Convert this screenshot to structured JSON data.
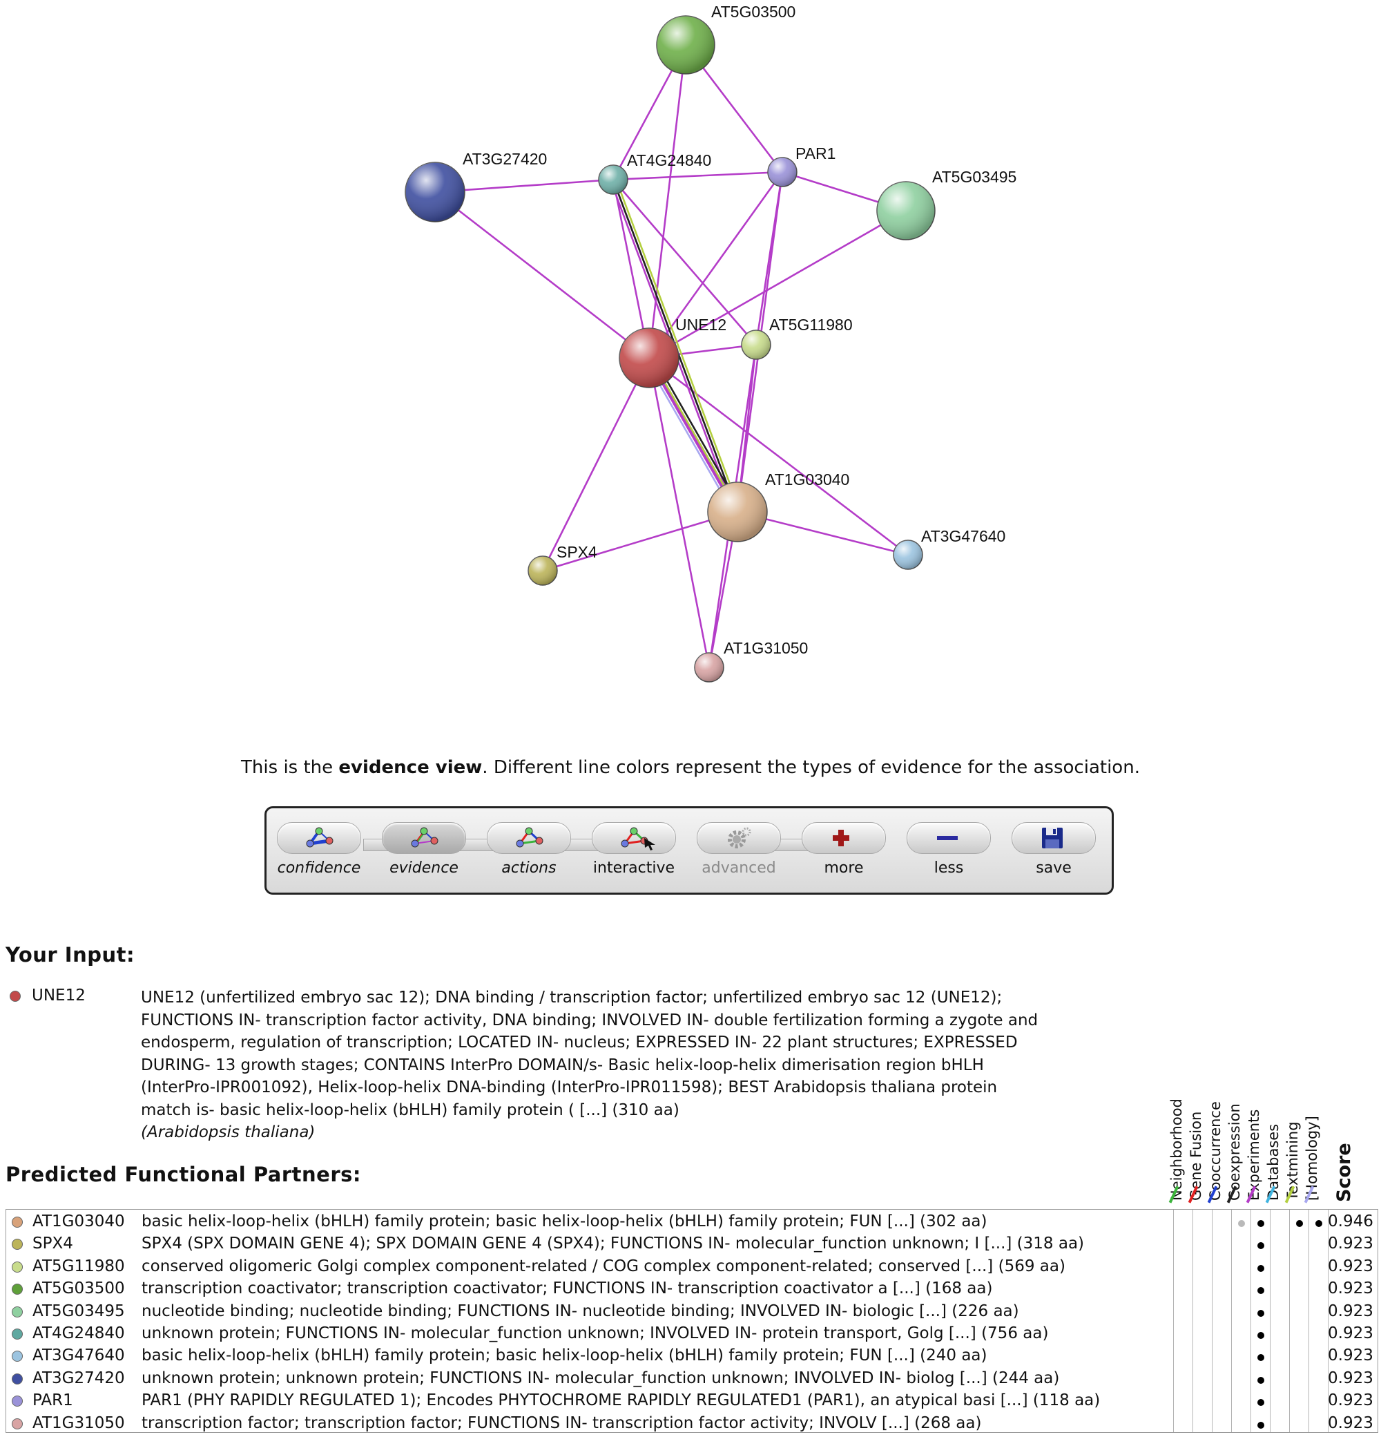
{
  "network": {
    "nodes": [
      {
        "id": "AT5G03500",
        "color": "#6fb04a"
      },
      {
        "id": "AT3G27420",
        "color": "#3f4fa0"
      },
      {
        "id": "AT4G24840",
        "color": "#6fb0a8"
      },
      {
        "id": "PAR1",
        "color": "#9a92d8"
      },
      {
        "id": "AT5G03495",
        "color": "#8fd0a0"
      },
      {
        "id": "UNE12",
        "color": "#c24a4a"
      },
      {
        "id": "AT5G11980",
        "color": "#c8dc8c"
      },
      {
        "id": "AT1G03040",
        "color": "#d8b08a"
      },
      {
        "id": "AT3G47640",
        "color": "#9cc4e0"
      },
      {
        "id": "SPX4",
        "color": "#bcb45a"
      },
      {
        "id": "AT1G31050",
        "color": "#d8a4a4"
      }
    ],
    "edge_color": "#b43cc8"
  },
  "caption": {
    "pre": "This is the ",
    "bold": "evidence view",
    "post": ". Different line colors represent the types of evidence for the association."
  },
  "toolbar": {
    "buttons": [
      {
        "label": "confidence"
      },
      {
        "label": "evidence"
      },
      {
        "label": "actions"
      },
      {
        "label": "interactive"
      },
      {
        "label": "advanced"
      },
      {
        "label": "more"
      },
      {
        "label": "less"
      },
      {
        "label": "save"
      }
    ]
  },
  "your_input": {
    "title": "Your Input:",
    "id": "UNE12",
    "dot_color": "#c24a4a",
    "description": "UNE12 (unfertilized embryo sac 12); DNA binding / transcription factor; unfertilized embryo sac 12 (UNE12); FUNCTIONS IN- transcription factor activity, DNA binding; INVOLVED IN- double fertilization forming a zygote and endosperm, regulation of transcription; LOCATED IN- nucleus; EXPRESSED IN- 22 plant structures; EXPRESSED DURING- 13 growth stages; CONTAINS InterPro DOMAIN/s- Basic helix-loop-helix dimerisation region bHLH (InterPro-IPR001092), Helix-loop-helix DNA-binding (InterPro-IPR011598); BEST Arabidopsis thaliana protein match is- basic helix-loop-helix (bHLH) family protein ( [...] (310 aa)",
    "species": "(Arabidopsis thaliana)"
  },
  "partners": {
    "title": "Predicted Functional Partners:",
    "evidence_headers": [
      {
        "label": "Neighborhood",
        "color": "#3cb43c"
      },
      {
        "label": "Gene Fusion",
        "color": "#e02020"
      },
      {
        "label": "Cooccurrence",
        "color": "#2040d0"
      },
      {
        "label": "Coexpression",
        "color": "#222222"
      },
      {
        "label": "Experiments",
        "color": "#b43cc8"
      },
      {
        "label": "Databases",
        "color": "#40b4e0"
      },
      {
        "label": "Textmining",
        "color": "#b4d040"
      },
      {
        "label": "[Homology]",
        "color": "#a8a8f0"
      }
    ],
    "score_header": "Score",
    "rows": [
      {
        "id": "AT1G03040",
        "dot_color": "#d8a27a",
        "desc": "basic helix-loop-helix (bHLH) family protein; basic helix-loop-helix (bHLH) family protein; FUN [...] (302 aa)",
        "evidence": [
          0,
          0,
          0,
          0.5,
          1,
          0,
          1,
          1
        ],
        "score": "0.946"
      },
      {
        "id": "SPX4",
        "dot_color": "#bcb45a",
        "desc": "SPX4 (SPX DOMAIN GENE 4); SPX DOMAIN GENE 4 (SPX4); FUNCTIONS IN- molecular_function unknown; I [...] (318 aa)",
        "evidence": [
          0,
          0,
          0,
          0,
          1,
          0,
          0,
          0
        ],
        "score": "0.923"
      },
      {
        "id": "AT5G11980",
        "dot_color": "#c8dc8c",
        "desc": "conserved oligomeric Golgi complex component-related / COG complex component-related; conserved [...] (569 aa)",
        "evidence": [
          0,
          0,
          0,
          0,
          1,
          0,
          0,
          0
        ],
        "score": "0.923"
      },
      {
        "id": "AT5G03500",
        "dot_color": "#5fa03a",
        "desc": "transcription coactivator; transcription coactivator; FUNCTIONS IN- transcription coactivator a [...] (168 aa)",
        "evidence": [
          0,
          0,
          0,
          0,
          1,
          0,
          0,
          0
        ],
        "score": "0.923"
      },
      {
        "id": "AT5G03495",
        "dot_color": "#8fd0a0",
        "desc": "nucleotide binding; nucleotide binding; FUNCTIONS IN- nucleotide binding; INVOLVED IN- biologic [...] (226 aa)",
        "evidence": [
          0,
          0,
          0,
          0,
          1,
          0,
          0,
          0
        ],
        "score": "0.923"
      },
      {
        "id": "AT4G24840",
        "dot_color": "#5fa8a0",
        "desc": "unknown protein; FUNCTIONS IN- molecular_function unknown; INVOLVED IN- protein transport, Golg [...] (756 aa)",
        "evidence": [
          0,
          0,
          0,
          0,
          1,
          0,
          0,
          0
        ],
        "score": "0.923"
      },
      {
        "id": "AT3G47640",
        "dot_color": "#9cc4e0",
        "desc": "basic helix-loop-helix (bHLH) family protein; basic helix-loop-helix (bHLH) family protein; FUN [...] (240 aa)",
        "evidence": [
          0,
          0,
          0,
          0,
          1,
          0,
          0,
          0
        ],
        "score": "0.923"
      },
      {
        "id": "AT3G27420",
        "dot_color": "#3f4fa0",
        "desc": "unknown protein; unknown protein; FUNCTIONS IN- molecular_function unknown; INVOLVED IN- biolog [...] (244 aa)",
        "evidence": [
          0,
          0,
          0,
          0,
          1,
          0,
          0,
          0
        ],
        "score": "0.923"
      },
      {
        "id": "PAR1",
        "dot_color": "#9a92d8",
        "desc": "PAR1 (PHY RAPIDLY REGULATED 1); Encodes PHYTOCHROME RAPIDLY REGULATED1 (PAR1), an atypical basi [...] (118 aa)",
        "evidence": [
          0,
          0,
          0,
          0,
          1,
          0,
          0,
          0
        ],
        "score": "0.923"
      },
      {
        "id": "AT1G31050",
        "dot_color": "#d8a4a4",
        "desc": "transcription factor; transcription factor; FUNCTIONS IN- transcription factor activity; INVOLV [...] (268 aa)",
        "evidence": [
          0,
          0,
          0,
          0,
          1,
          0,
          0,
          0
        ],
        "score": "0.923"
      }
    ]
  }
}
